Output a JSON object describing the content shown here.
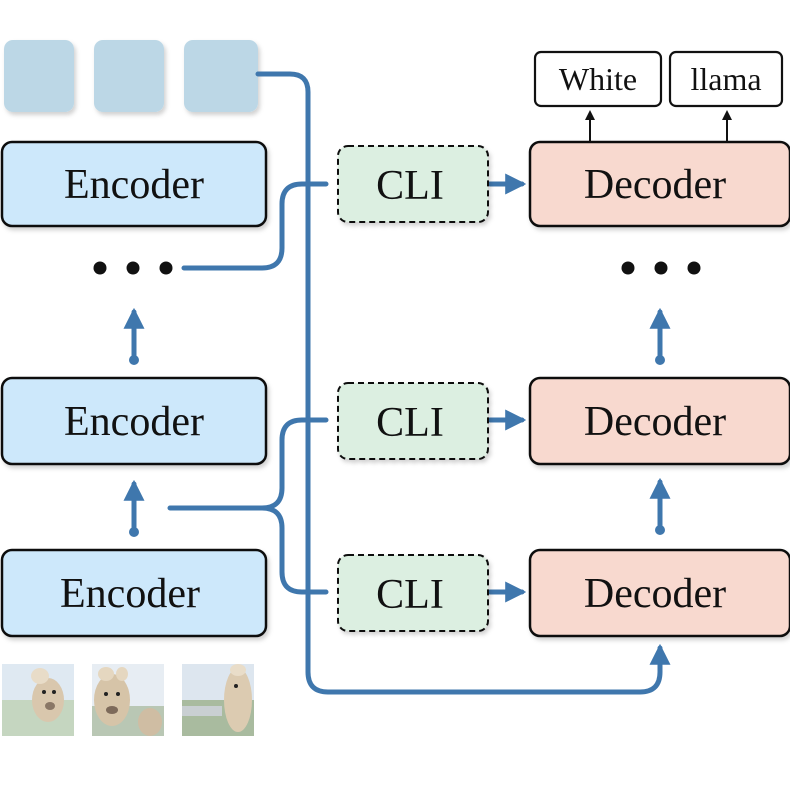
{
  "encoder": {
    "label": "Encoder"
  },
  "decoder": {
    "label": "Decoder"
  },
  "cli": {
    "label": "CLI"
  },
  "outputs": [
    "White",
    "llama"
  ],
  "ellipsis": "• • •",
  "colors": {
    "encoder_fill": "#cde8fb",
    "decoder_fill": "#f8d9cf",
    "cli_fill": "#dcefe1",
    "token_fill": "#bcd7e6",
    "arrow": "#3f77ad"
  }
}
